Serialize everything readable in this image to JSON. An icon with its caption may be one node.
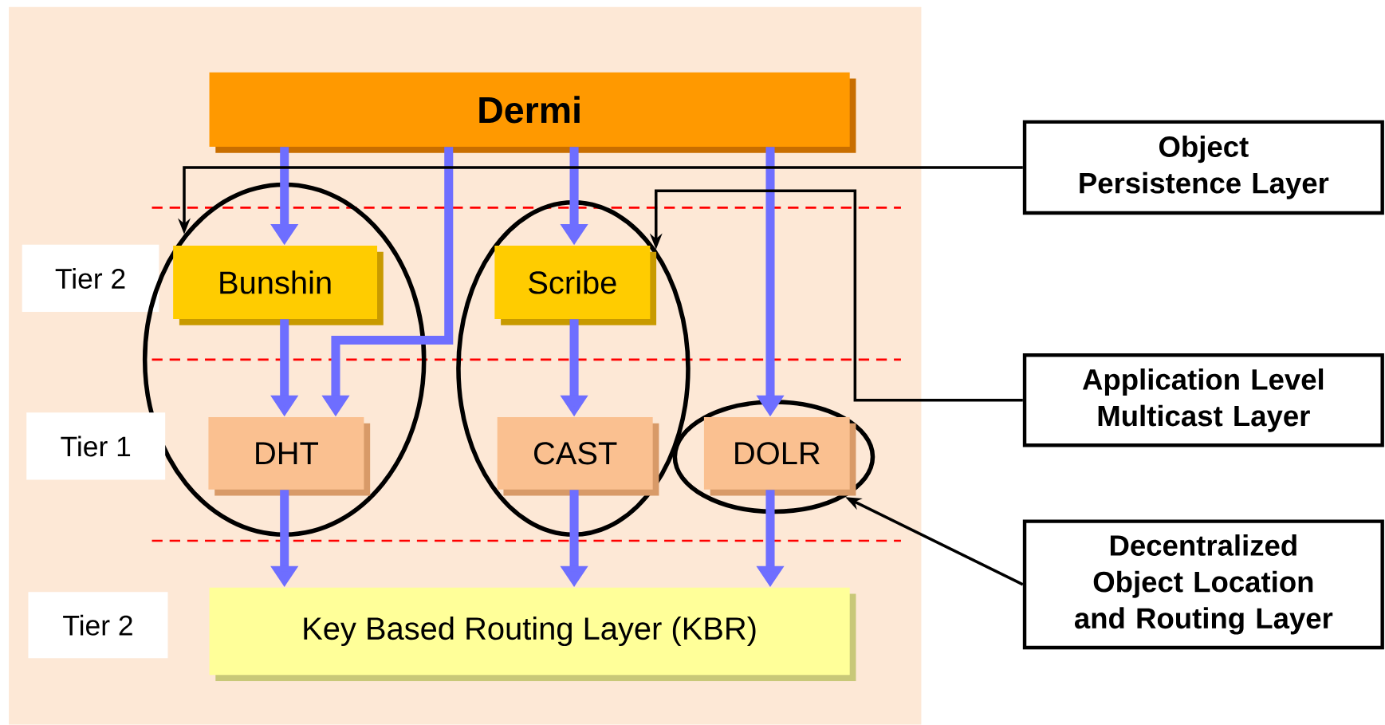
{
  "diagram": {
    "nodes": [
      {
        "text": [
          "Dermi"
        ]
      },
      {
        "text": [
          "Tier 2"
        ]
      },
      {
        "text": [],
        "shape": "ellipse"
      },
      {
        "text": [
          "Bunshin"
        ],
        "in": 2
      },
      {
        "text": [],
        "shape": "ellipse"
      },
      {
        "text": [
          "Scribe"
        ],
        "in": 4
      },
      {
        "text": [
          "Tier 1"
        ]
      },
      {
        "text": [
          "DHT"
        ],
        "in": 2
      },
      {
        "text": [
          "CAST"
        ],
        "in": 4
      },
      {
        "text": [],
        "shape": "ellipse"
      },
      {
        "text": [
          "DOLR"
        ],
        "in": 9
      },
      {
        "text": [
          "Tier 2"
        ]
      },
      {
        "text": [
          "Key Based Routing Layer (KBR)"
        ]
      },
      {
        "text": [
          "Object Persistence Layer"
        ]
      },
      {
        "text": [
          "Application Level Multicast Layer"
        ]
      },
      {
        "text": [
          "Decentralized Object Location and Routing Layer"
        ]
      }
    ],
    "edges": [
      {
        "from": 0,
        "to": 3,
        "arrow": "to"
      },
      {
        "from": 0,
        "to": 7,
        "arrow": "to"
      },
      {
        "from": 0,
        "to": 5,
        "arrow": "to"
      },
      {
        "from": 0,
        "to": 10,
        "arrow": "to"
      },
      {
        "from": 3,
        "to": 7,
        "arrow": "to"
      },
      {
        "from": 5,
        "to": 8,
        "arrow": "to"
      },
      {
        "from": 7,
        "to": 12,
        "arrow": "to"
      },
      {
        "from": 8,
        "to": 12,
        "arrow": "to"
      },
      {
        "from": 10,
        "to": 12,
        "arrow": "to"
      },
      {
        "from": 13,
        "to": 2,
        "arrow": "to",
        "color": "#000000"
      },
      {
        "from": 14,
        "to": 4,
        "arrow": "to",
        "color": "#000000"
      },
      {
        "from": 15,
        "to": 9,
        "arrow": "to",
        "color": "#000000"
      }
    ]
  }
}
